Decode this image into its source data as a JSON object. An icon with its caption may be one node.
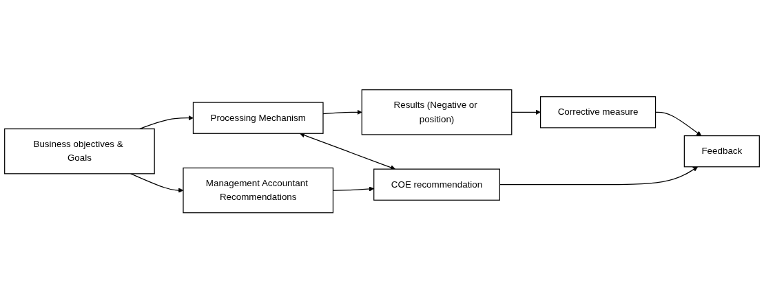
{
  "diagram": {
    "nodes": [
      {
        "text": [
          "Business objectives & Goals"
        ]
      },
      {
        "text": [
          "Processing Mechanism"
        ]
      },
      {
        "text": [
          "Results (Negative or position)"
        ]
      },
      {
        "text": [
          "Management Accountant Recommendations"
        ]
      },
      {
        "text": [
          "COE recommendation"
        ]
      },
      {
        "text": [
          "Corrective measure"
        ]
      },
      {
        "text": [
          "Feedback"
        ]
      }
    ],
    "edges": [
      {
        "from": 0,
        "to": 1,
        "arrow": "to"
      },
      {
        "from": 1,
        "to": 2,
        "arrow": "to"
      },
      {
        "from": 0,
        "to": 3,
        "arrow": "to"
      },
      {
        "from": 1,
        "to": 4,
        "arrow": "both"
      },
      {
        "from": 3,
        "to": 4,
        "arrow": "to"
      },
      {
        "from": 2,
        "to": 5,
        "arrow": "to"
      },
      {
        "from": 4,
        "to": 6,
        "arrow": "to"
      },
      {
        "from": 5,
        "to": 6,
        "arrow": "to"
      }
    ]
  }
}
